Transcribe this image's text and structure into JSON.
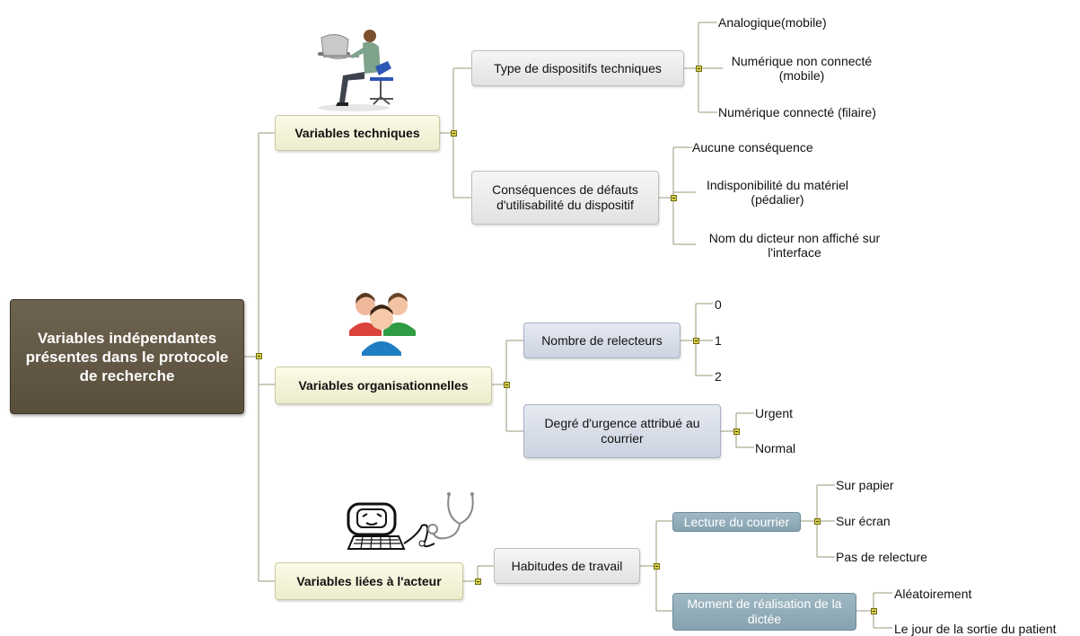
{
  "root": "Variables indépendantes présentes dans le protocole de recherche",
  "branches": {
    "techniques": {
      "label": "Variables techniques",
      "sub": [
        {
          "label": "Type de dispositifs techniques",
          "leaves": [
            "Analogique(mobile)",
            "Numérique non connecté (mobile)",
            "Numérique connecté (filaire)"
          ]
        },
        {
          "label": "Conséquences de défauts d'utilisabilité du dispositif",
          "leaves": [
            "Aucune conséquence",
            "Indisponibilité du matériel (pédalier)",
            "Nom du dicteur non affiché sur l'interface"
          ]
        }
      ]
    },
    "organisationnelles": {
      "label": "Variables organisationnelles",
      "sub": [
        {
          "label": "Nombre de relecteurs",
          "leaves": [
            "0",
            "1",
            "2"
          ]
        },
        {
          "label": "Degré d'urgence attribué au courrier",
          "leaves": [
            "Urgent",
            "Normal"
          ]
        }
      ]
    },
    "acteur": {
      "label": "Variables liées à l'acteur",
      "sub": [
        {
          "label": "Habitudes de travail",
          "children": [
            {
              "label": "Lecture du courrier",
              "leaves": [
                "Sur papier",
                "Sur écran",
                "Pas de relecture"
              ]
            },
            {
              "label": "Moment de réalisation de la dictée",
              "leaves": [
                "Aléatoirement",
                "Le jour de la sortie du patient"
              ]
            }
          ]
        }
      ]
    }
  },
  "icons": [
    "computer-user-icon",
    "people-group-icon",
    "computer-stethoscope-icon"
  ]
}
